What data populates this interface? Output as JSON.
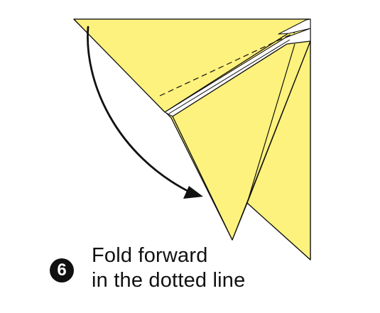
{
  "step": {
    "number": "6",
    "line1": "Fold forward",
    "line2": "in the dotted line"
  },
  "colors": {
    "paper": "#fdf27d",
    "outline": "#111111",
    "background": "#ffffff",
    "badge": "#111111"
  },
  "icons": {
    "fold_arrow": "curved-arrow-icon",
    "fold_line": "dashed-line"
  }
}
